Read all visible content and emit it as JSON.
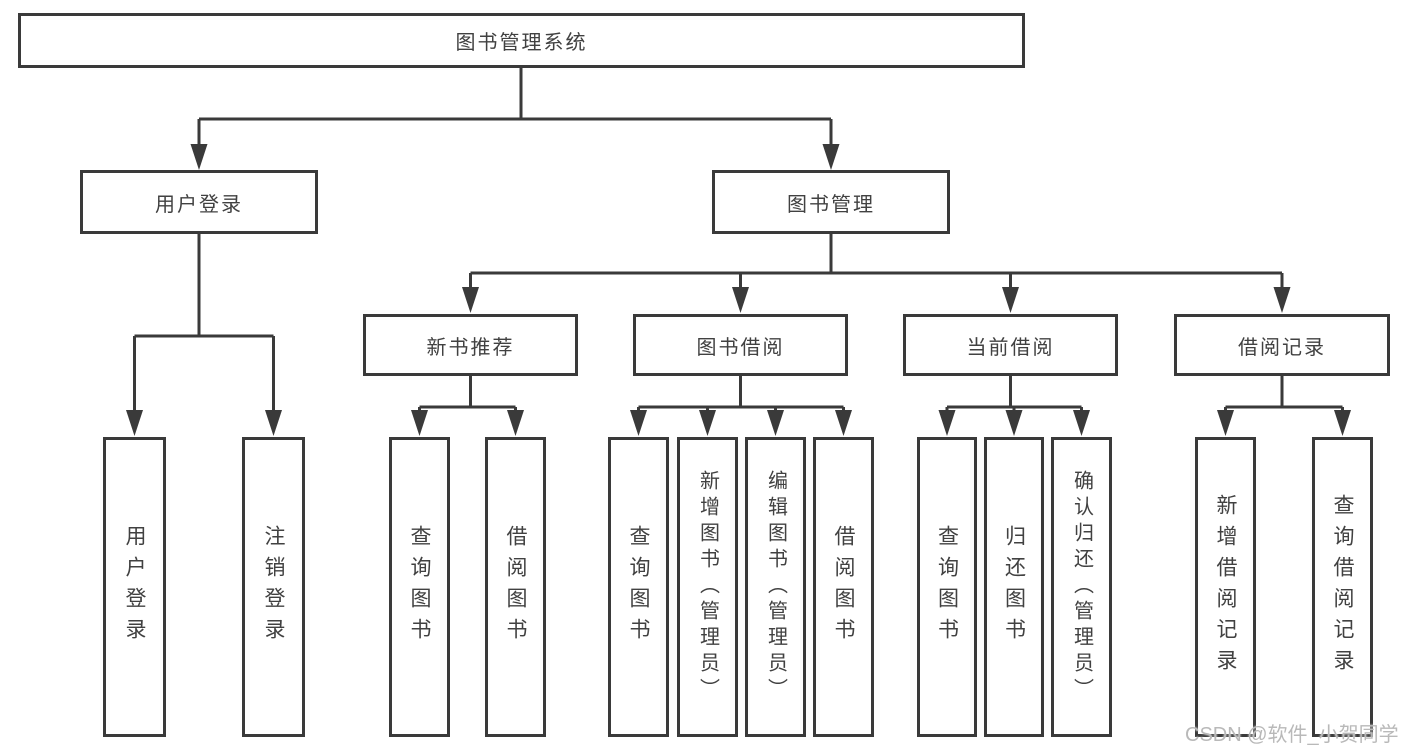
{
  "colors": {
    "line": "#3a3a3a",
    "text": "#414141",
    "watermark": "#b9b9b9",
    "box_background": "#ffffff"
  },
  "watermark": {
    "text": "CSDN @软件_小贺同学"
  },
  "tree": {
    "root": {
      "label": "图书管理系统"
    },
    "branches": [
      {
        "label": "用户登录",
        "children": [
          {
            "label": "用户登录"
          },
          {
            "label": "注销登录"
          }
        ]
      },
      {
        "label": "图书管理",
        "sections": [
          {
            "label": "新书推荐",
            "children": [
              {
                "label": "查询图书"
              },
              {
                "label": "借阅图书"
              }
            ]
          },
          {
            "label": "图书借阅",
            "children": [
              {
                "label": "查询图书"
              },
              {
                "label": "新增图书（管理员）"
              },
              {
                "label": "编辑图书（管理员）"
              },
              {
                "label": "借阅图书"
              }
            ]
          },
          {
            "label": "当前借阅",
            "children": [
              {
                "label": "查询图书"
              },
              {
                "label": "归还图书"
              },
              {
                "label": "确认归还（管理员）"
              }
            ]
          },
          {
            "label": "借阅记录",
            "children": [
              {
                "label": "新增借阅记录"
              },
              {
                "label": "查询借阅记录"
              }
            ]
          }
        ]
      }
    ]
  }
}
